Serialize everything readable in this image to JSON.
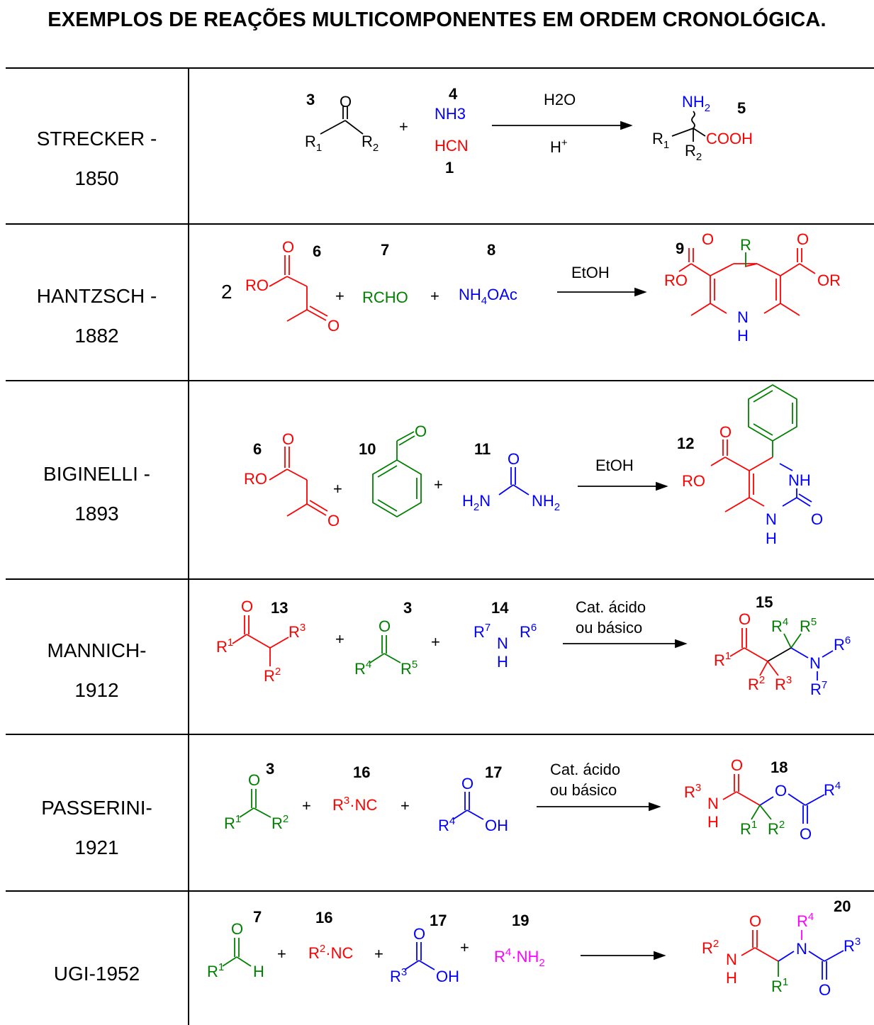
{
  "title": "EXEMPLOS DE REAÇÕES MULTICOMPONENTES EM ORDEM CRONOLÓGICA.",
  "reactions": [
    {
      "name": "STRECKER -",
      "year": "1850",
      "compounds": [
        "3",
        "4",
        "1",
        "5"
      ],
      "text": {
        "r1": "R",
        "s1": "1",
        "r2": "R",
        "s2": "2",
        "plus": "+",
        "nh3": "NH3",
        "hcn": "HCN",
        "above": "H2O",
        "below": "H",
        "below_sup": "+",
        "nh2": "NH",
        "nh2_sub": "2",
        "p_r1": "R",
        "p_s1": "1",
        "p_r2": "R",
        "p_s2": "2",
        "cooh": "COOH",
        "o": "O"
      }
    },
    {
      "name": "HANTZSCH -",
      "year": "1882",
      "compounds": [
        "6",
        "7",
        "8",
        "9"
      ],
      "text": {
        "coef": "2",
        "ro": "RO",
        "o": "O",
        "plus": "+",
        "rcho": "RCHO",
        "nh4": "NH",
        "nh4_sub": "4",
        "oac": "OAc",
        "above": "EtOH",
        "r": "R",
        "p_ro": "RO",
        "p_or": "OR",
        "n": "N",
        "h": "H"
      }
    },
    {
      "name": "BIGINELLI -",
      "year": "1893",
      "compounds": [
        "6",
        "10",
        "11",
        "12"
      ],
      "text": {
        "ro": "RO",
        "o": "O",
        "plus": "+",
        "h2": "H",
        "h2_sub": "2",
        "n": "N",
        "nh": "NH",
        "nh2": "NH",
        "nh2_sub": "2",
        "above": "EtOH",
        "p_ro": "RO",
        "h": "H"
      }
    },
    {
      "name": "MANNICH-",
      "year": "1912",
      "compounds": [
        "13",
        "3",
        "14",
        "15"
      ],
      "text": {
        "r": "R",
        "o": "O",
        "n": "N",
        "h": "H",
        "plus": "+",
        "sup1": "1",
        "sup2": "2",
        "sup3": "3",
        "sup4": "4",
        "sup5": "5",
        "sup6": "6",
        "sup7": "7",
        "above1": "Cat. ácido",
        "above2": "ou básico"
      }
    },
    {
      "name": "PASSERINI-",
      "year": "1921",
      "compounds": [
        "3",
        "16",
        "17",
        "18"
      ],
      "text": {
        "r": "R",
        "o": "O",
        "n": "N",
        "h": "H",
        "oh": "OH",
        "nc": "NC",
        "dot": "·",
        "plus": "+",
        "sup1": "1",
        "sup2": "2",
        "sup3": "3",
        "sup4": "4",
        "above1": "Cat. ácido",
        "above2": "ou básico"
      }
    },
    {
      "name": "UGI-1952",
      "year": "",
      "compounds": [
        "7",
        "16",
        "17",
        "19",
        "20"
      ],
      "text": {
        "r": "R",
        "o": "O",
        "n": "N",
        "h": "H",
        "oh": "OH",
        "nc": "NC",
        "nh2": "NH",
        "nh2_sub": "2",
        "dot": "·",
        "plus": "+",
        "sup1": "1",
        "sup2": "2",
        "sup3": "3",
        "sup4": "4"
      }
    }
  ],
  "colors": {
    "black": "#000000",
    "red": "#ff0000",
    "green": "#008000",
    "blue": "#0000ff",
    "magenta": "#ff00ff"
  }
}
